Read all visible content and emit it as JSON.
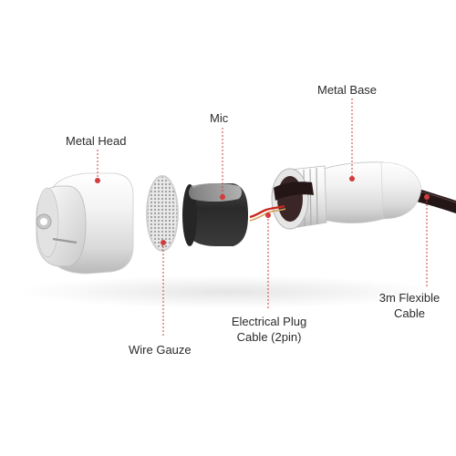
{
  "labels": {
    "metal_base": "Metal Base",
    "mic": "Mic",
    "metal_head": "Metal Head",
    "flexible_cable_line1": "3m Flexible",
    "flexible_cable_line2": "Cable",
    "electrical_plug_line1": "Electrical Plug",
    "electrical_plug_line2": "Cable (2pin)",
    "wire_gauze": "Wire Gauze"
  },
  "colors": {
    "leader_line": "#d23c3c",
    "metal_light": "#f4f4f4",
    "metal_shadow": "#bdbdbd",
    "mic_body": "#2e2e2e",
    "cable": "#1e1414",
    "wire_red": "#c8281e",
    "background": "#ffffff"
  },
  "components": [
    {
      "name": "Metal Head",
      "icon": "metal-head-cylinder"
    },
    {
      "name": "Wire Gauze",
      "icon": "mesh-disc"
    },
    {
      "name": "Mic",
      "icon": "mic-capsule"
    },
    {
      "name": "Electrical Plug Cable (2pin)",
      "icon": "two-pin-wire"
    },
    {
      "name": "Metal Base",
      "icon": "threaded-base"
    },
    {
      "name": "3m Flexible Cable",
      "icon": "black-cable"
    }
  ]
}
